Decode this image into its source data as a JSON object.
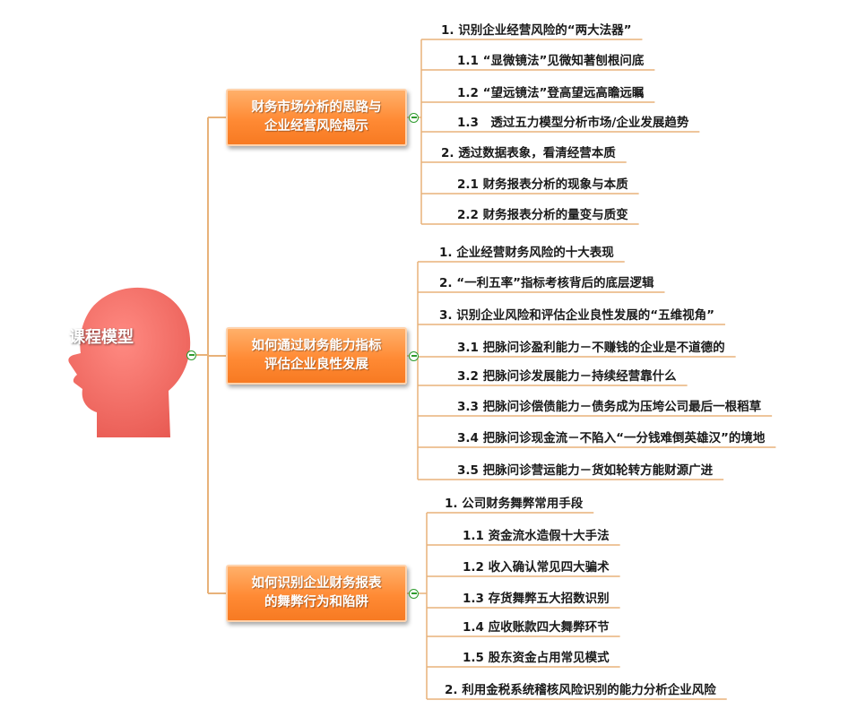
{
  "root": {
    "label": "课程模型",
    "color": "#f06a62"
  },
  "colors": {
    "line": "#e8b27a",
    "toggle": "#2e9b2e",
    "branch": "#ff8a34"
  },
  "branches": [
    {
      "label_lines": [
        "财务市场分析的思路与",
        "企业经营风险揭示"
      ],
      "children": [
        "1. 识别企业经营风险的“两大法器”",
        "1.1 “显微镜法”见微知著刨根问底",
        "1.2 “望远镜法”登高望远高瞻远瞩",
        "1.3　透过五力模型分析市场/企业发展趋势",
        "2. 透过数据表象，看清经营本质",
        "2.1 财务报表分析的现象与本质",
        "2.2 财务报表分析的量变与质变"
      ]
    },
    {
      "label_lines": [
        "如何通过财务能力指标",
        "评估企业良性发展"
      ],
      "children": [
        "1. 企业经营财务风险的十大表现",
        "2. “一利五率”指标考核背后的底层逻辑",
        "3. 识别企业风险和评估企业良性发展的“五维视角”",
        "3.1 把脉问诊盈利能力－不赚钱的企业是不道德的",
        "3.2 把脉问诊发展能力－持续经营靠什么",
        "3.3 把脉问诊偿债能力－债务成为压垮公司最后一根稻草",
        "3.4 把脉问诊现金流－不陷入“一分钱难倒英雄汉”的境地",
        "3.5 把脉问诊营运能力－货如轮转方能财源广进"
      ]
    },
    {
      "label_lines": [
        "如何识别企业财务报表",
        "的舞弊行为和陷阱"
      ],
      "children": [
        "1. 公司财务舞弊常用手段",
        "1.1 资金流水造假十大手法",
        "1.2 收入确认常见四大骗术",
        "1.3 存货舞弊五大招数识别",
        "1.4 应收账款四大舞弊环节",
        "1.5 股东资金占用常见模式",
        "2. 利用金税系统稽核风险识别的能力分析企业风险"
      ]
    }
  ]
}
